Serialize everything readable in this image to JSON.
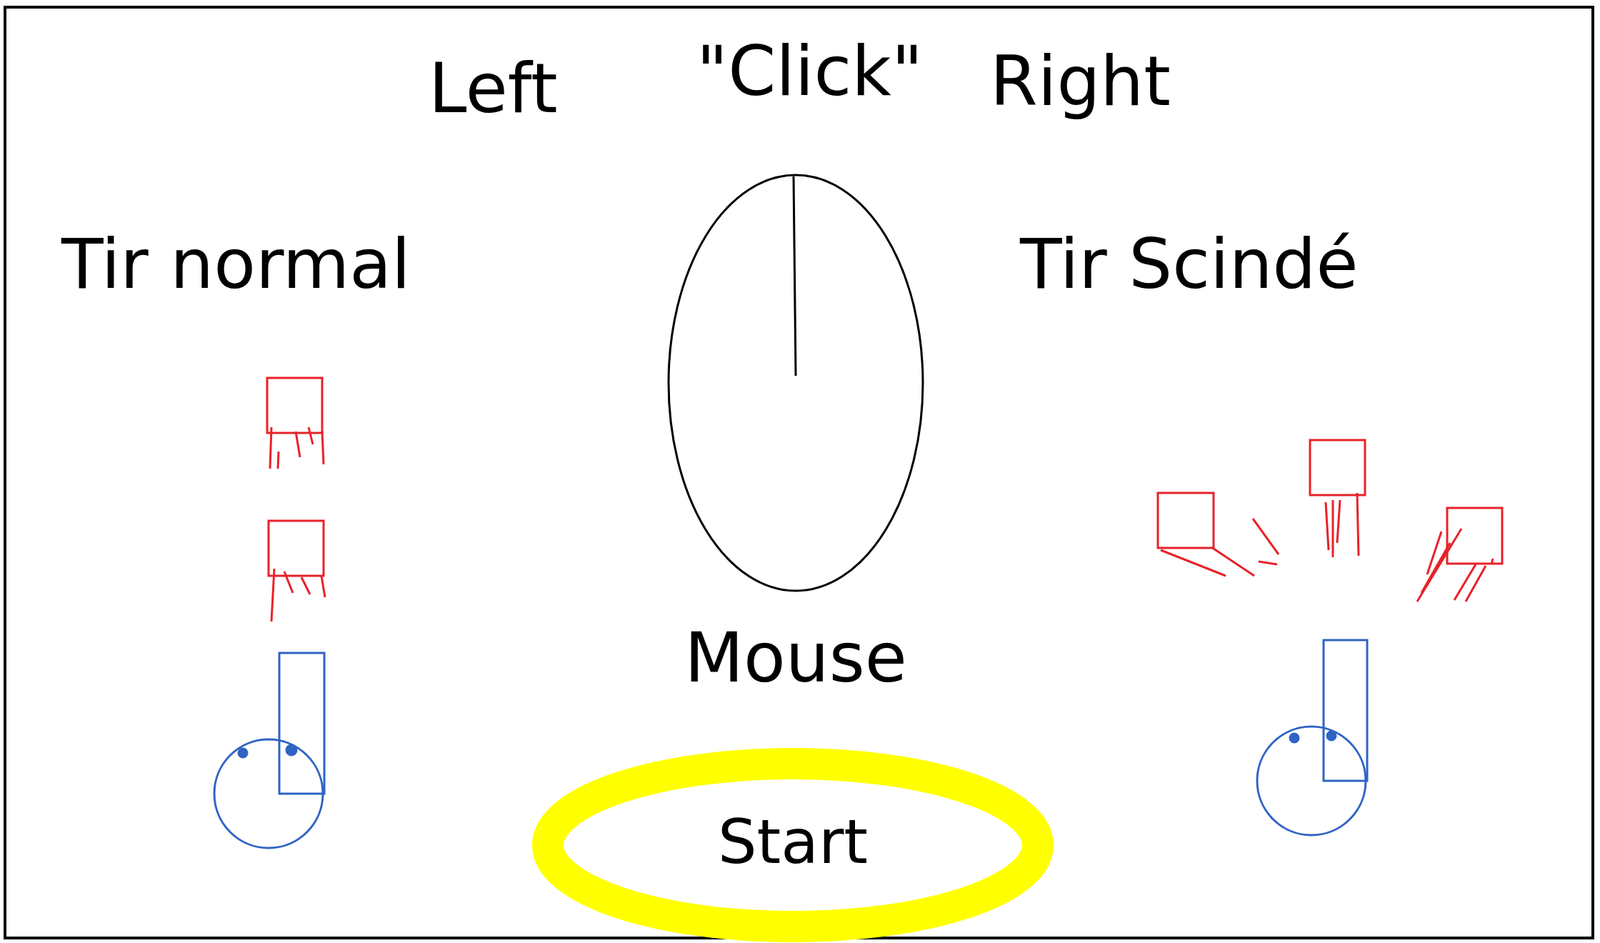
{
  "diagram": {
    "nodes": [
      {
        "text": [
          "Mouse"
        ]
      },
      {
        "text": [
          "Start"
        ]
      }
    ],
    "labels": [
      "Left",
      "\"Click\"",
      "Right",
      "Tir normal",
      "Tir Scindé"
    ]
  }
}
